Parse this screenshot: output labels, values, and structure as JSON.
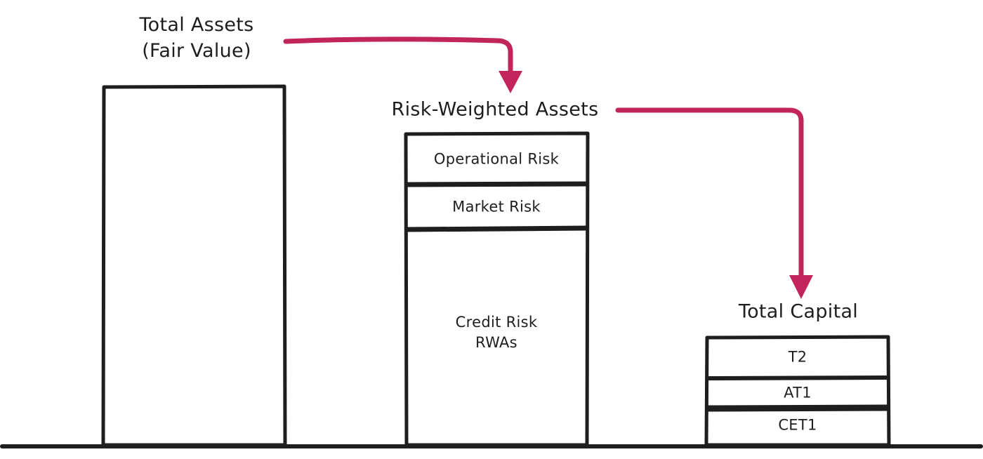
{
  "scene": {
    "background": "#ffffff",
    "ink_color": "#1e1e1e",
    "arrow_color": "#c2255c"
  },
  "labels": {
    "total_assets": {
      "line1": "Total Assets",
      "line2": "(Fair Value)"
    },
    "risk_weighted_assets": "Risk-Weighted Assets",
    "total_capital": "Total Capital"
  },
  "bars": {
    "total_assets": {
      "name": "Total Assets (Fair Value)",
      "segments": []
    },
    "risk_weighted_assets": {
      "name": "Risk-Weighted Assets",
      "segments": [
        {
          "label": "Operational Risk"
        },
        {
          "label": "Market Risk"
        },
        {
          "label_line1": "Credit Risk",
          "label_line2": "RWAs"
        }
      ]
    },
    "total_capital": {
      "name": "Total Capital",
      "segments": [
        {
          "label": "T2"
        },
        {
          "label": "AT1"
        },
        {
          "label": "CET1"
        }
      ]
    }
  },
  "flow": [
    {
      "from": "Total Assets (Fair Value)",
      "to": "Risk-Weighted Assets"
    },
    {
      "from": "Risk-Weighted Assets",
      "to": "Total Capital"
    }
  ]
}
